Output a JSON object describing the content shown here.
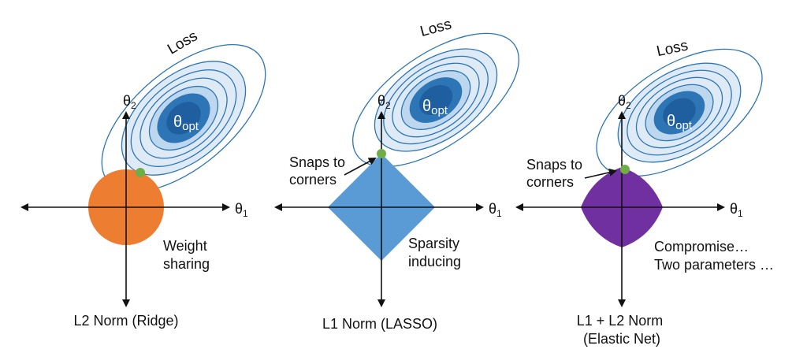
{
  "colors": {
    "ridge": "#ED7D31",
    "lasso": "#5B9BD5",
    "elastic": "#7030A0",
    "point": "#70AD47",
    "contour_fill_outer": "#DEEBF7",
    "contour_stroke": "#2E75B6",
    "contour_inner": "#2E75B6",
    "contour_core": "#1F5FA0"
  },
  "panels": [
    {
      "loss_label": "Loss",
      "theta_opt": {
        "main": "θ",
        "sub": "opt"
      },
      "axis_x": {
        "main": "θ",
        "sub": "1"
      },
      "axis_y": {
        "main": "θ",
        "sub": "2"
      },
      "note": [
        "Weight",
        "sharing"
      ],
      "snap_label": [],
      "caption": [
        "L2 Norm (Ridge)"
      ]
    },
    {
      "loss_label": "Loss",
      "theta_opt": {
        "main": "θ",
        "sub": "opt"
      },
      "axis_x": {
        "main": "θ",
        "sub": "1"
      },
      "axis_y": {
        "main": "θ",
        "sub": "2"
      },
      "note": [
        "Sparsity",
        "inducing"
      ],
      "snap_label": [
        "Snaps to",
        "corners"
      ],
      "caption": [
        "L1 Norm (LASSO)"
      ]
    },
    {
      "loss_label": "Loss",
      "theta_opt": {
        "main": "θ",
        "sub": "opt"
      },
      "axis_x": {
        "main": "θ",
        "sub": "1"
      },
      "axis_y": {
        "main": "θ",
        "sub": "2"
      },
      "note": [
        "Compromise…",
        "Two parameters …"
      ],
      "snap_label": [
        "Snaps to",
        "corners"
      ],
      "caption": [
        "L1 + L2 Norm",
        "(Elastic Net)"
      ]
    }
  ]
}
